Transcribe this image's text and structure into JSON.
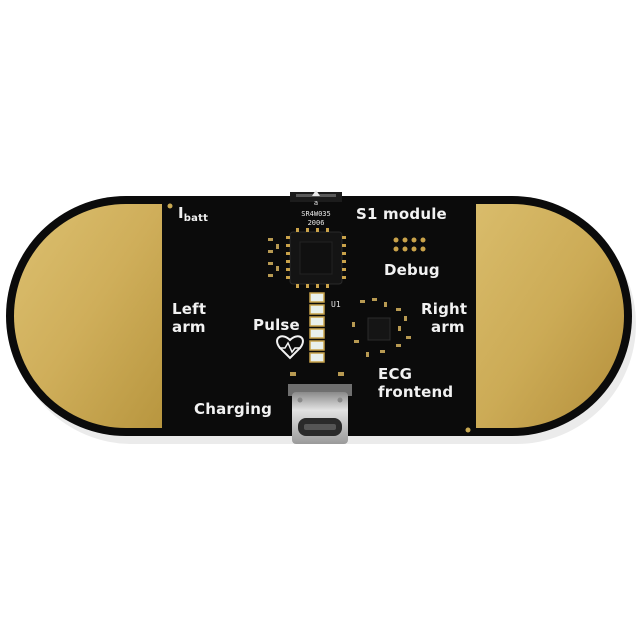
{
  "board": {
    "labels": {
      "ibatt_main": "I",
      "ibatt_sub": "batt",
      "s1_module": "S1 module",
      "chip_mark": "a",
      "chip_code_1": "SR4W035",
      "chip_code_2": "2006",
      "debug": "Debug",
      "left_arm_1": "Left",
      "left_arm_2": "arm",
      "right_arm_1": "Right",
      "right_arm_2": "arm",
      "pulse": "Pulse",
      "u1": "U1",
      "ecg_1": "ECG",
      "ecg_2": "frontend",
      "charging": "Charging"
    },
    "colors": {
      "pcb": "#0b0b0b",
      "gold_pad": "#d2b25e",
      "gold_pad_dark": "#b8953f",
      "silkscreen": "#f2f2f2",
      "led": "#e9f0ec",
      "usb_metal": "#bdbdbd"
    }
  }
}
